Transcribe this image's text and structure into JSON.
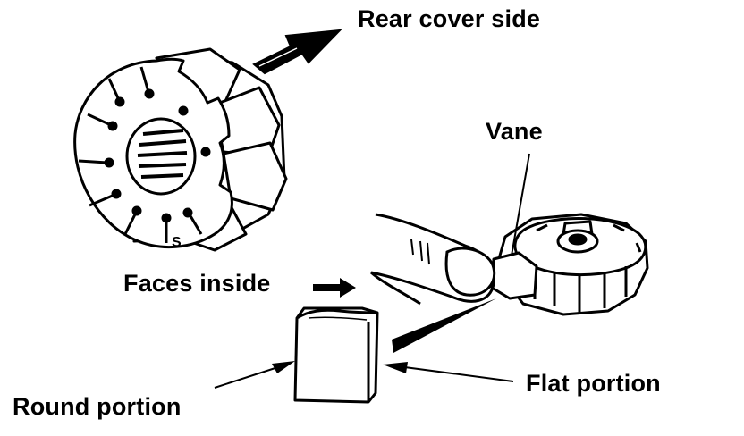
{
  "labels": {
    "rear_cover_side": "Rear cover side",
    "vane": "Vane",
    "faces_inside": "Faces inside",
    "round_portion": "Round portion",
    "flat_portion": "Flat portion",
    "rotor_mark": "S"
  },
  "colors": {
    "ink": "#000000",
    "paper": "#ffffff"
  }
}
